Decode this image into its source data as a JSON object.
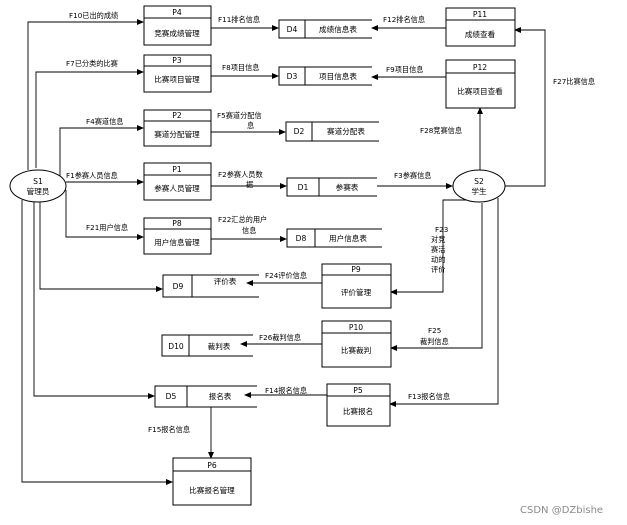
{
  "entities": {
    "s1": {
      "id": "S1",
      "name": "管理员"
    },
    "s2": {
      "id": "S2",
      "name": "学生"
    }
  },
  "processes": {
    "p4": {
      "id": "P4",
      "name": "竞赛成绩管理"
    },
    "p3": {
      "id": "P3",
      "name": "比赛项目管理"
    },
    "p2": {
      "id": "P2",
      "name": "赛道分配管理"
    },
    "p1": {
      "id": "P1",
      "name": "参赛人员管理"
    },
    "p8": {
      "id": "P8",
      "name": "用户信息管理"
    },
    "p9": {
      "id": "P9",
      "name": "评价管理"
    },
    "p10": {
      "id": "P10",
      "name": "比赛裁判"
    },
    "p5": {
      "id": "P5",
      "name": "比赛报名"
    },
    "p6": {
      "id": "P6",
      "name": "比赛报名管理"
    },
    "p11": {
      "id": "P11",
      "name": "成绩查看"
    },
    "p12": {
      "id": "P12",
      "name": "比赛项目查看"
    }
  },
  "stores": {
    "d4": {
      "id": "D4",
      "name": "成绩信息表"
    },
    "d3": {
      "id": "D3",
      "name": "项目信息表"
    },
    "d2": {
      "id": "D2",
      "name": "赛道分配表"
    },
    "d1": {
      "id": "D1",
      "name": "参赛表"
    },
    "d8": {
      "id": "D8",
      "name": "用户信息表"
    },
    "d9": {
      "id": "D9",
      "name": "评价表"
    },
    "d10": {
      "id": "D10",
      "name": "裁判表"
    },
    "d5": {
      "id": "D5",
      "name": "报名表"
    }
  },
  "flows": {
    "f10": "F10已出的成绩",
    "f11": "F11排名信息",
    "f12": "F12排名信息",
    "f7": "F7已分类的比赛",
    "f8": "F8项目信息",
    "f9": "F9项目信息",
    "f27": "F27比赛信息",
    "f4": "F4赛道信息",
    "f5a": "F5赛道分配信",
    "f5b": "息",
    "f28": "F28竞赛信息",
    "f1": "F1参赛人员信息",
    "f2a": "F2参赛人员数",
    "f2b": "据",
    "f3": "F3参赛信息",
    "f21": "F21用户信息",
    "f22a": "F22汇总的用户",
    "f22b": "信息",
    "f23_1": "F23",
    "f23_2": "对竞",
    "f23_3": "赛活",
    "f23_4": "动的",
    "f23_5": "评价",
    "f24": "F24评价信息",
    "f25a": "F25",
    "f25b": "裁判信息",
    "f26": "F26裁判信息",
    "f14": "F14报名信息",
    "f13": "F13报名信息",
    "f15": "F15报名信息"
  },
  "watermark": "CSDN @DZbishe"
}
